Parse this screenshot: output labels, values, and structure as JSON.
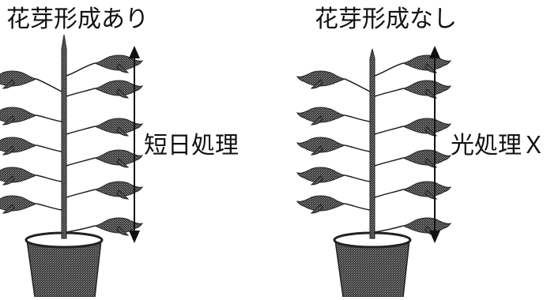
{
  "left_panel": {
    "caption": "花芽形成あり",
    "treatment_label": "短日処理"
  },
  "right_panel": {
    "caption": "花芽形成なし",
    "treatment_label": "光処理Ｘ"
  },
  "colors": {
    "plant": "#3a3a3a",
    "ink": "#111111"
  }
}
